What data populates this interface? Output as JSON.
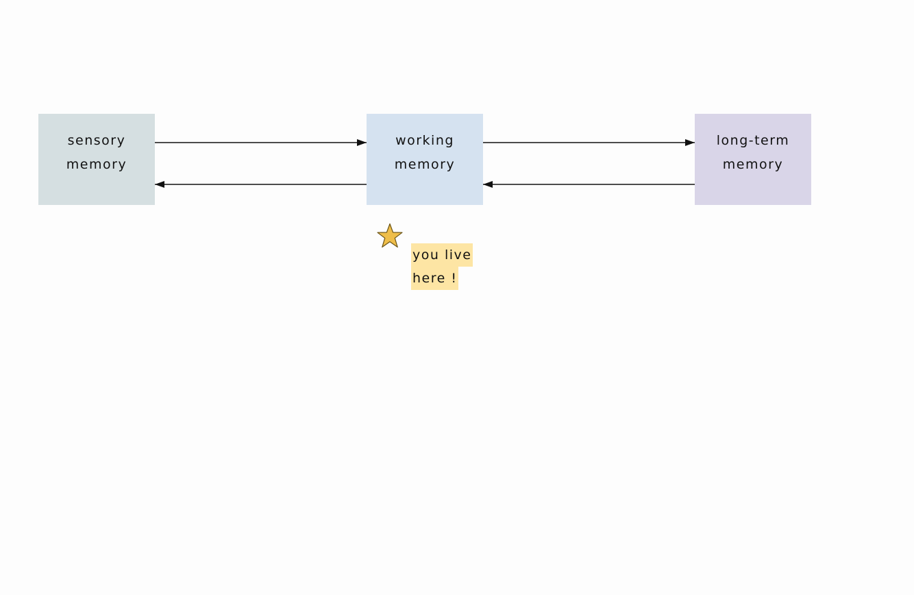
{
  "diagram": {
    "boxes": [
      {
        "id": "sensory",
        "lines": [
          "sensory",
          "memory"
        ],
        "fill": "#d5dfe1"
      },
      {
        "id": "working",
        "lines": [
          "working",
          "memory"
        ],
        "fill": "#d5e2f0"
      },
      {
        "id": "longterm",
        "lines": [
          "long-term",
          "memory"
        ],
        "fill": "#d9d5e8"
      }
    ],
    "arrows": [
      {
        "from": "sensory",
        "to": "working"
      },
      {
        "from": "working",
        "to": "longterm"
      },
      {
        "from": "longterm",
        "to": "working"
      },
      {
        "from": "working",
        "to": "sensory"
      }
    ],
    "annotation": {
      "icon": "star-icon",
      "star_color": "#efbe4a",
      "lines": [
        "you live",
        "here !"
      ],
      "highlight": "#fde5a4"
    },
    "line_color": "#111111"
  }
}
